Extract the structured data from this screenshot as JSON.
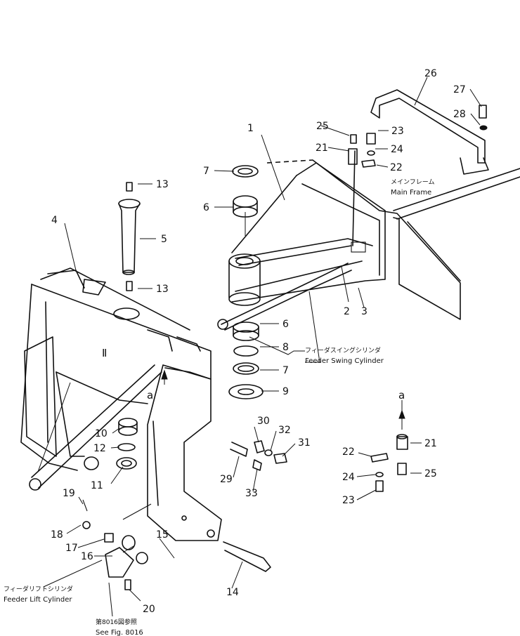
{
  "part_numbers": {
    "p1": "1",
    "p2": "2",
    "p3": "3",
    "p4": "4",
    "p5": "5",
    "p6": "6",
    "p6b": "6",
    "p7": "7",
    "p7b": "7",
    "p8": "8",
    "p9": "9",
    "p10": "10",
    "p11": "11",
    "p12": "12",
    "p13": "13",
    "p13b": "13",
    "p14": "14",
    "p15": "15",
    "p16": "16",
    "p17": "17",
    "p18": "18",
    "p19": "19",
    "p20": "20",
    "p21": "21",
    "p21b": "21",
    "p22": "22",
    "p22b": "22",
    "p23": "23",
    "p23b": "23",
    "p24": "24",
    "p24b": "24",
    "p25": "25",
    "p25b": "25",
    "p26": "26",
    "p27": "27",
    "p28": "28",
    "p29": "29",
    "p30": "30",
    "p31": "31",
    "p32": "32",
    "p33": "33"
  },
  "labels": {
    "main_frame_jp": "メインフレーム",
    "main_frame_en": "Main Frame",
    "swing_cyl_jp": "フィーダスイングシリンダ",
    "swing_cyl_en": "Feeder Swing Cylinder",
    "lift_cyl_jp": "フィーダリフトシリンダ",
    "lift_cyl_en": "Feeder Lift Cylinder",
    "see_fig_jp": "第8016図参照",
    "see_fig_en": "See Fig. 8016",
    "view_a_main": "a",
    "view_a_detail": "a",
    "roman_two": "Ⅱ"
  }
}
